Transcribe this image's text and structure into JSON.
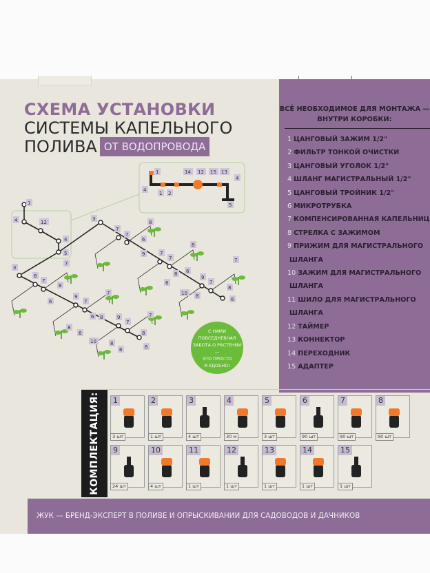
{
  "title": {
    "line1": "СХЕМА УСТАНОВКИ",
    "line2": "СИСТЕМЫ КАПЕЛЬНОГО",
    "line3": "ПОЛИВА",
    "tag": "ОТ ВОДОПРОВОДА"
  },
  "panel": {
    "heading_1": "ВСЁ НЕОБХОДИМОЕ ДЛЯ МОНТАЖА —",
    "heading_2": "ВНУТРИ КОРОБКИ:",
    "items": [
      {
        "n": "1",
        "text": "ЦАНГОВЫЙ ЗАЖИМ 1/2\""
      },
      {
        "n": "2",
        "text": "ФИЛЬТР ТОНКОЙ ОЧИСТКИ"
      },
      {
        "n": "3",
        "text": "ЦАНГОВЫЙ УГОЛОК 1/2\""
      },
      {
        "n": "4",
        "text": "ШЛАНГ МАГИСТРАЛЬНЫЙ 1/2\""
      },
      {
        "n": "5",
        "text": "ЦАНГОВЫЙ ТРОЙНИК 1/2\""
      },
      {
        "n": "6",
        "text": "МИКРОТРУБКА"
      },
      {
        "n": "7",
        "text": "КОМПЕНСИРОВАННАЯ КАПЕЛЬНИЦА"
      },
      {
        "n": "8",
        "text": "СТРЕЛКА С ЗАЖИМОМ"
      },
      {
        "n": "9",
        "text": "ПРИЖИМ ДЛЯ МАГИСТРАЛЬНОГО"
      },
      {
        "n": "",
        "text": "ШЛАНГА"
      },
      {
        "n": "10",
        "text": "ЗАЖИМ ДЛЯ МАГИСТРАЛЬНОГО"
      },
      {
        "n": "",
        "text": "ШЛАНГА"
      },
      {
        "n": "11",
        "text": "ШИЛО ДЛЯ МАГИСТРАЛЬНОГО"
      },
      {
        "n": "",
        "text": "ШЛАНГА"
      },
      {
        "n": "12",
        "text": "ТАЙМЕР"
      },
      {
        "n": "13",
        "text": "КОННЕКТОР"
      },
      {
        "n": "14",
        "text": "ПЕРЕХОДНИК"
      },
      {
        "n": "15",
        "text": "АДАПТЕР"
      }
    ]
  },
  "diagram_labels": [
    "1",
    "4",
    "12",
    "4",
    "5",
    "3",
    "3",
    "7",
    "7",
    "8",
    "6",
    "9",
    "7",
    "7",
    "8",
    "6",
    "8",
    "6",
    "9",
    "7",
    "7",
    "8",
    "6",
    "10",
    "8",
    "6",
    "7",
    "7",
    "8",
    "6",
    "9",
    "7",
    "7",
    "8",
    "6",
    "8",
    "6",
    "9",
    "7",
    "7",
    "8",
    "6",
    "10",
    "8",
    "6",
    "1",
    "14",
    "12",
    "15",
    "13",
    "4",
    "4",
    "1",
    "2",
    "5"
  ],
  "badge": {
    "l1": "С НАМИ",
    "l2": "ПОВСЕДНЕВНАЯ",
    "l3": "ЗАБОТА О РАСТЕНИИ",
    "l4": "—",
    "l5": "ЭТО ПРОСТО",
    "l6": "И УДОБНО!"
  },
  "kit": {
    "label": "КОМПЛЕКТАЦИЯ:",
    "items": [
      {
        "n": "1",
        "qty": "3 шт"
      },
      {
        "n": "2",
        "qty": "1 шт"
      },
      {
        "n": "3",
        "qty": "4 шт"
      },
      {
        "n": "4",
        "qty": "30 м"
      },
      {
        "n": "5",
        "qty": "3 шт"
      },
      {
        "n": "6",
        "qty": "90 шт"
      },
      {
        "n": "7",
        "qty": "90 шт"
      },
      {
        "n": "8",
        "qty": "90 шт"
      },
      {
        "n": "9",
        "qty": "24 шт"
      },
      {
        "n": "10",
        "qty": "4 шт"
      },
      {
        "n": "11",
        "qty": "1 шт"
      },
      {
        "n": "12",
        "qty": "1 шт"
      },
      {
        "n": "13",
        "qty": "1 шт"
      },
      {
        "n": "14",
        "qty": "1 шт"
      },
      {
        "n": "15",
        "qty": "1 шт"
      }
    ]
  },
  "footer": "ЖУК — БРЕНД-ЭКСПЕРТ В ПОЛИВЕ И ОПРЫСКИВАНИИ ДЛЯ САДОВОДОВ И ДАЧНИКОВ",
  "colors": {
    "purple": "#8d6d96",
    "green": "#6cbc3c",
    "orange": "#f07a2a",
    "box": "#e9e6dd"
  }
}
